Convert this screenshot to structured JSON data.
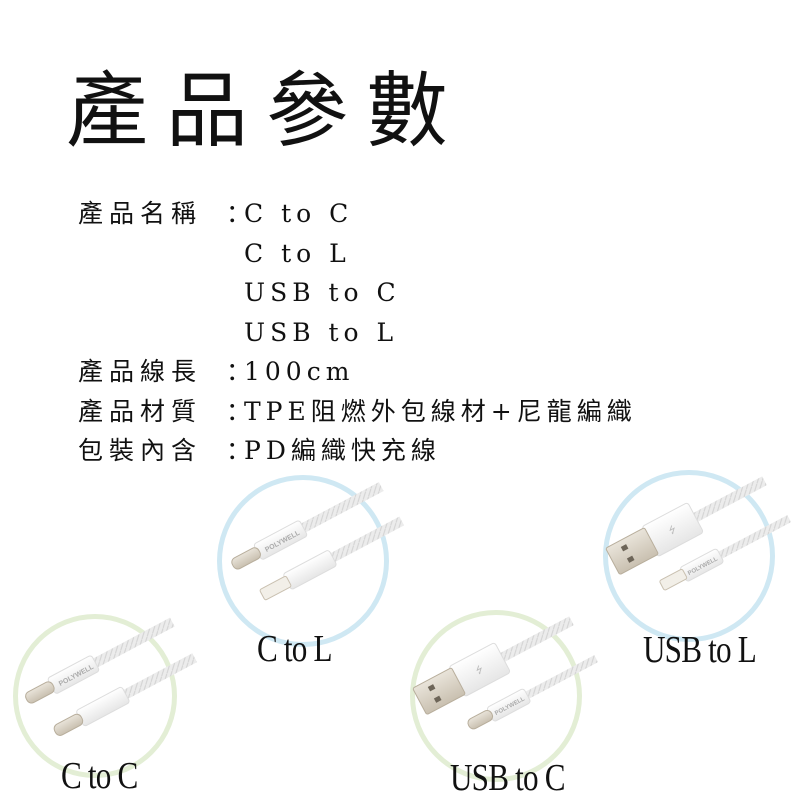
{
  "header": {
    "title": "產品參數"
  },
  "specs": [
    {
      "label": "產品名稱",
      "colon": "：",
      "values": [
        "C to C",
        "C to L",
        "USB to C",
        "USB to L"
      ]
    },
    {
      "label": "產品線長",
      "colon": "：",
      "values": [
        "100cm"
      ]
    },
    {
      "label": "產品材質",
      "colon": "：",
      "values": [
        "TPE阻燃外包線材+尼龍編織"
      ]
    },
    {
      "label": "包裝內含",
      "colon": "：",
      "values": [
        "PD編織快充線"
      ]
    }
  ],
  "products": [
    {
      "caption": "C to C",
      "ring_color": "#e3eed5",
      "brand": "POLYWELL",
      "connectors": [
        "usb-c",
        "usb-c"
      ]
    },
    {
      "caption": "C to L",
      "ring_color": "#cfe8f3",
      "brand": "POLYWELL",
      "connectors": [
        "usb-c",
        "lightning"
      ]
    },
    {
      "caption": "USB to C",
      "ring_color": "#e3eed5",
      "brand": "POLYWELL",
      "connectors": [
        "usb-a",
        "usb-c"
      ]
    },
    {
      "caption": "USB to L",
      "ring_color": "#cfe8f3",
      "brand": "POLYWELL",
      "connectors": [
        "usb-a",
        "lightning"
      ]
    }
  ]
}
